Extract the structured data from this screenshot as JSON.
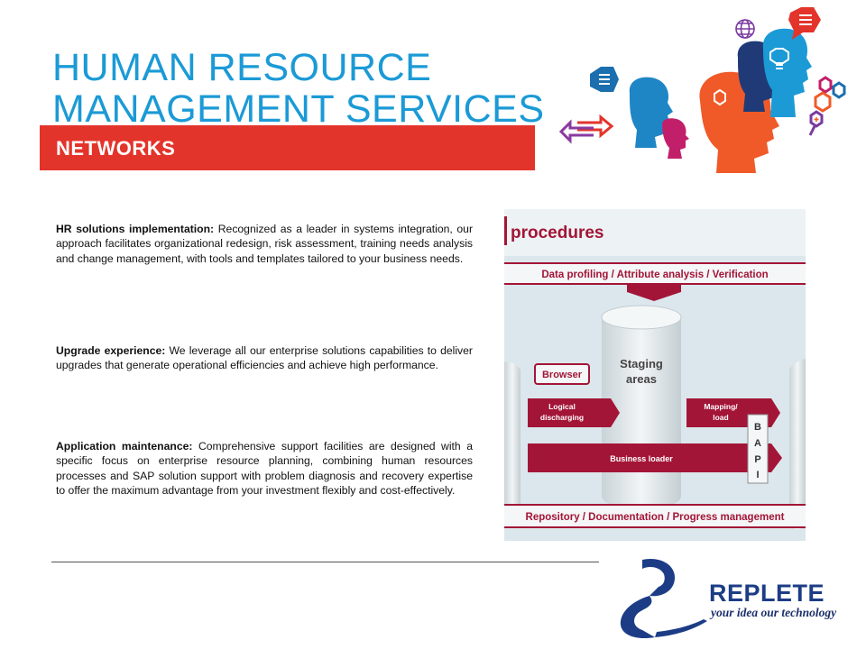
{
  "header": {
    "title_line1": "HUMAN RESOURCE",
    "title_line2": "MANAGEMENT SERVICES",
    "section": "NETWORKS"
  },
  "paragraphs": [
    {
      "lead": "HR solutions implementation:",
      "text": " Recognized as a leader in systems integration, our approach facilitates organizational redesign, risk assessment, training needs analysis and change management, with tools and templates tailored to your business needs."
    },
    {
      "lead": "Upgrade experience:",
      "text": " We leverage all our enterprise solutions capabilities to deliver upgrades that generate operational efficiencies and achieve high performance."
    },
    {
      "lead": "Application maintenance:",
      "text": " Comprehensive support facilities are designed with a specific focus on enterprise resource planning, combining human resources processes and SAP solution support with problem diagnosis and recovery expertise to offer the maximum advantage  from your investment flexibly and cost-effectively."
    }
  ],
  "diagram": {
    "title": "procedures",
    "top_bar": "Data profiling / Attribute analysis / Verification",
    "cylinder_line1": "Staging",
    "cylinder_line2": "areas",
    "browser": "Browser",
    "logical_line1": "Logical",
    "logical_line2": "discharging",
    "mapping_line1": "Mapping/",
    "mapping_line2": "load",
    "loader": "Business loader",
    "bapi": [
      "B",
      "A",
      "P",
      "I"
    ],
    "bottom_bar": "Repository / Documentation / Progress management"
  },
  "logo": {
    "name": "REPLETE",
    "tagline": "your idea our technology"
  },
  "colors": {
    "title": "#1b9ad6",
    "band": "#e3342b",
    "diagram_red": "#a31537",
    "diagram_bg": "#dbe7ec",
    "logo_blue": "#1c3d86"
  }
}
